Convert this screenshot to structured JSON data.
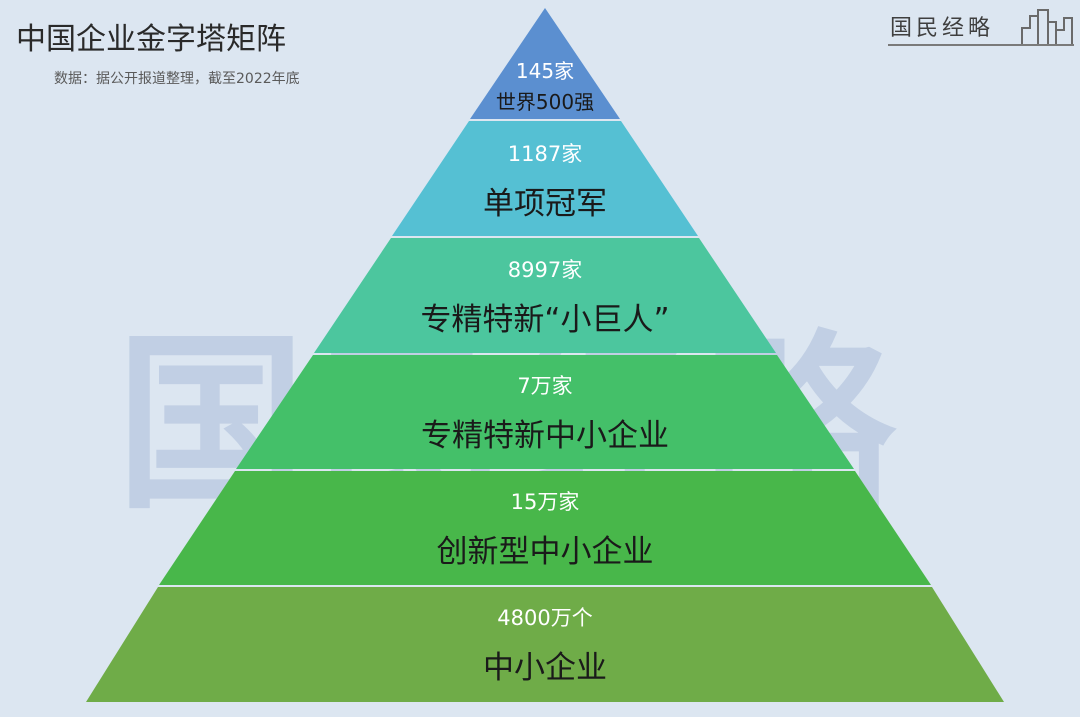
{
  "header": {
    "title": "中国企业金字塔矩阵",
    "source": "数据：据公开报道整理，截至2022年底"
  },
  "brand": {
    "name": "国民经略",
    "watermark": "国民经略"
  },
  "colors": {
    "background": "#dce6f1",
    "tier1": "#5b8fd0",
    "tier2": "#55c0d3",
    "tier3": "#4cc69e",
    "tier4": "#44c069",
    "tier5": "#48b74a",
    "tier6": "#6fac48"
  },
  "tiers": [
    {
      "count": "145家",
      "label": "世界500强",
      "color_name": "tier1"
    },
    {
      "count": "1187家",
      "label": "单项冠军",
      "color_name": "tier2"
    },
    {
      "count": "8997家",
      "label": "专精特新“小巨人”",
      "color_name": "tier3"
    },
    {
      "count": "7万家",
      "label": "专精特新中小企业",
      "color_name": "tier4"
    },
    {
      "count": "15万家",
      "label": "创新型中小企业",
      "color_name": "tier5"
    },
    {
      "count": "4800万个",
      "label": "中小企业",
      "color_name": "tier6"
    }
  ]
}
